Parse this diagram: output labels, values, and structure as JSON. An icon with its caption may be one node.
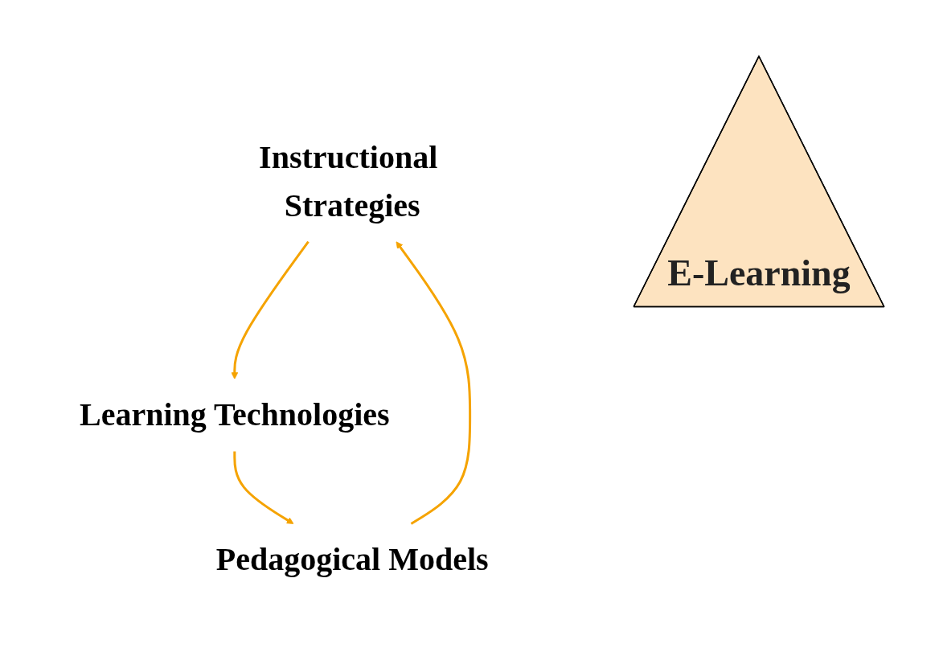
{
  "diagram": {
    "nodes": [
      {
        "text": [
          "Instructional Strategies"
        ]
      },
      {
        "text": [
          "E-Learning"
        ]
      },
      {
        "text": [
          "Pedagogical Models"
        ]
      },
      {
        "text": [
          "Learning Technologies"
        ]
      }
    ],
    "edges": [
      {
        "from": 2,
        "to": 0,
        "arrow": "to"
      },
      {
        "from": 0,
        "to": 3,
        "arrow": "to"
      },
      {
        "from": 3,
        "to": 2,
        "arrow": "to"
      }
    ]
  }
}
